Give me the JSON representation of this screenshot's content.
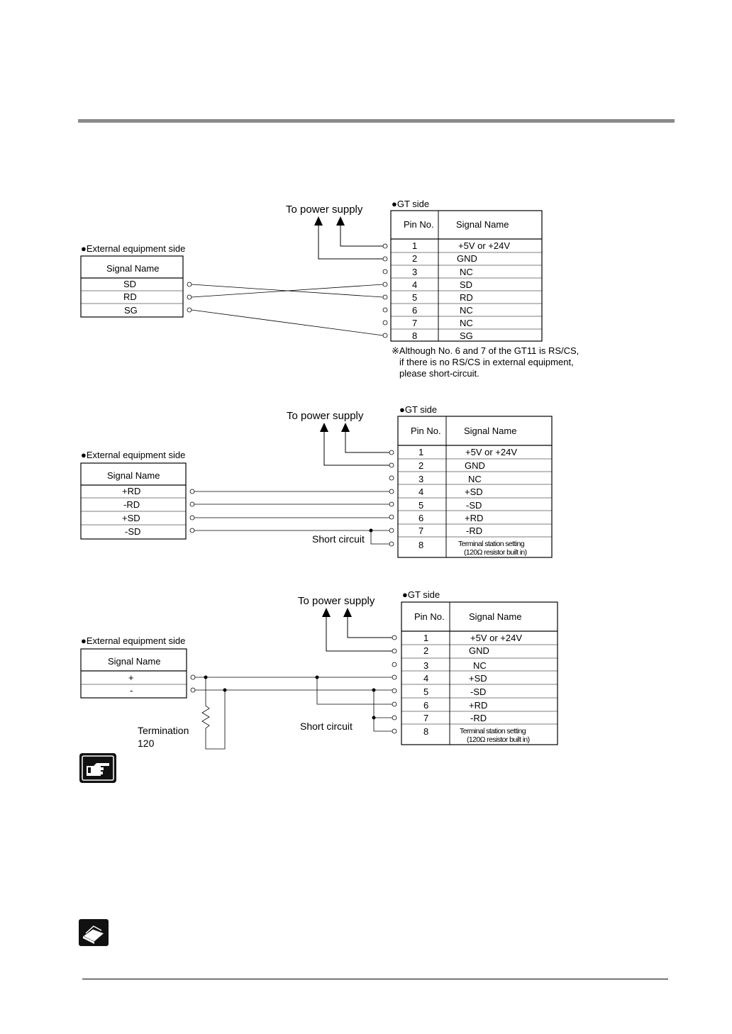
{
  "labels": {
    "to_power_supply": "To power supply",
    "gt_side": "●GT side",
    "ext_side": "●External equipment side",
    "pin_no": "Pin No.",
    "signal_name": "Signal Name",
    "short_circuit": "Short circuit",
    "terminal_line1": "Terminal station setting",
    "terminal_line2": "(120Ω resistor built in)"
  },
  "diagram1": {
    "gt_signals": [
      "+5V or +24V",
      "GND",
      "NC",
      "SD",
      "RD",
      "NC",
      "NC",
      "SG"
    ],
    "ext_signals": [
      "SD",
      "RD",
      "SG"
    ],
    "note": [
      "※Although No. 6 and 7 of the GT11 is RS/CS,",
      "if there is no RS/CS in external equipment,",
      "please short-circuit."
    ]
  },
  "diagram2": {
    "gt_signals": [
      "+5V or +24V",
      "GND",
      "NC",
      "+SD",
      "-SD",
      "+RD",
      "-RD"
    ],
    "ext_signals": [
      "+RD",
      "-RD",
      "+SD",
      "-SD"
    ]
  },
  "diagram3": {
    "gt_signals": [
      "+5V or +24V",
      "GND",
      "NC",
      "+SD",
      "-SD",
      "+RD",
      "-RD"
    ],
    "ext_signals": [
      "+",
      "-"
    ],
    "termination": [
      "Termination",
      "120"
    ]
  },
  "pins": [
    "1",
    "2",
    "3",
    "4",
    "5",
    "6",
    "7",
    "8"
  ],
  "icons": {
    "hint": "pointing-hand-icon",
    "reference": "open-book-icon"
  }
}
